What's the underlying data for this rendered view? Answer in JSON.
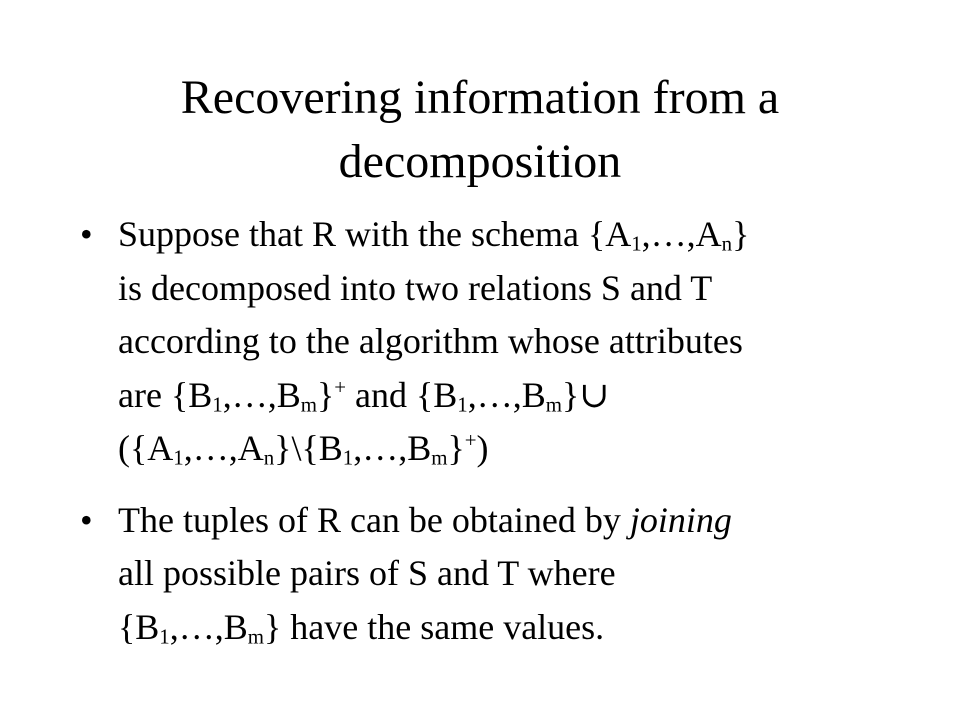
{
  "slide": {
    "title_line1": "Recovering information from a",
    "title_line2": "decomposition",
    "bullet_glyph": "•",
    "brace_open": "{",
    "brace_close": "}",
    "comma_ellipsis": ",…,",
    "attr_a": "A",
    "attr_b": "B",
    "sub_1": "1",
    "sub_n": "n",
    "sub_m": "m",
    "sup_plus": "+",
    "union": "∪",
    "b1": {
      "line1_text": "Suppose that R with the schema ",
      "line2_text": "is decomposed into two relations S and T",
      "line3_text": "according to the algorithm whose attributes",
      "line4_text": "are ",
      "and_text": " and ",
      "open_paren": "(",
      "setminus": "\\",
      "close_paren": ")"
    },
    "b2": {
      "line1_text": "The tuples of R can be obtained by ",
      "line1_em": "joining",
      "line2_text": "all possible pairs of S and T where",
      "line3_tail": " have the same values."
    }
  }
}
